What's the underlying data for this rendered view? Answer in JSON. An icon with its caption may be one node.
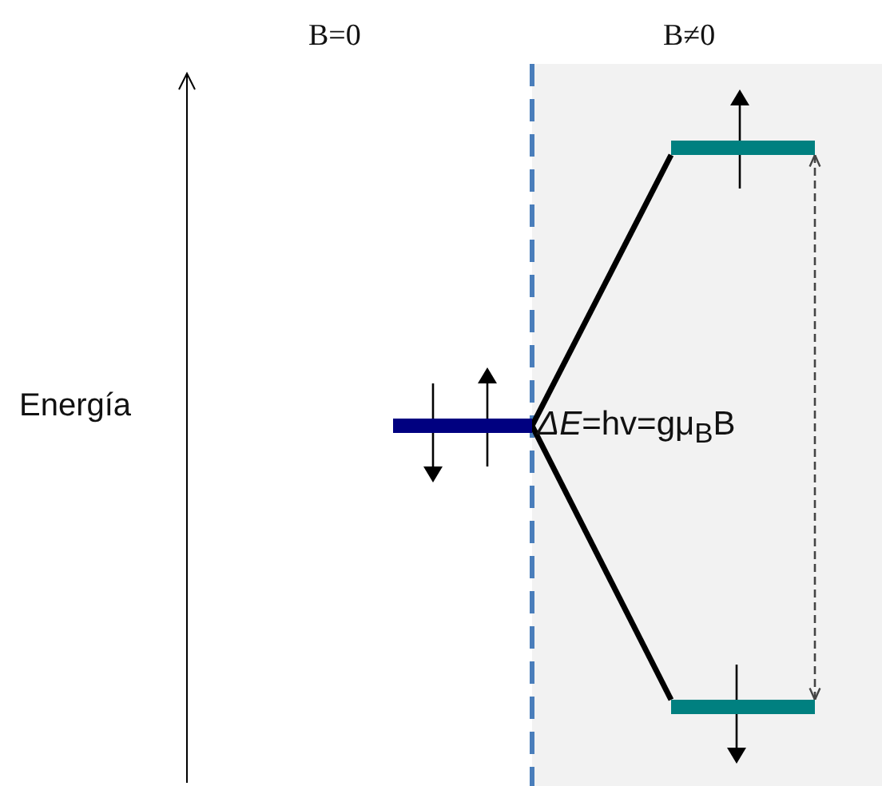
{
  "diagram": {
    "nodes": [
      {
        "text": [],
        "shape": "bar"
      },
      {
        "text": [],
        "shape": "bar"
      },
      {
        "text": [],
        "shape": "bar"
      }
    ],
    "edges": [
      {
        "from": 0,
        "to": 1,
        "arrow": "none"
      },
      {
        "from": 0,
        "to": 2,
        "arrow": "none"
      },
      {
        "from": 1,
        "to": 2,
        "arrow": "both",
        "style": "dashed"
      }
    ],
    "labels": [
      "B=0",
      "B≠0",
      "Energía",
      "*ΔE*=hv=gμ$_{B}$B"
    ]
  }
}
